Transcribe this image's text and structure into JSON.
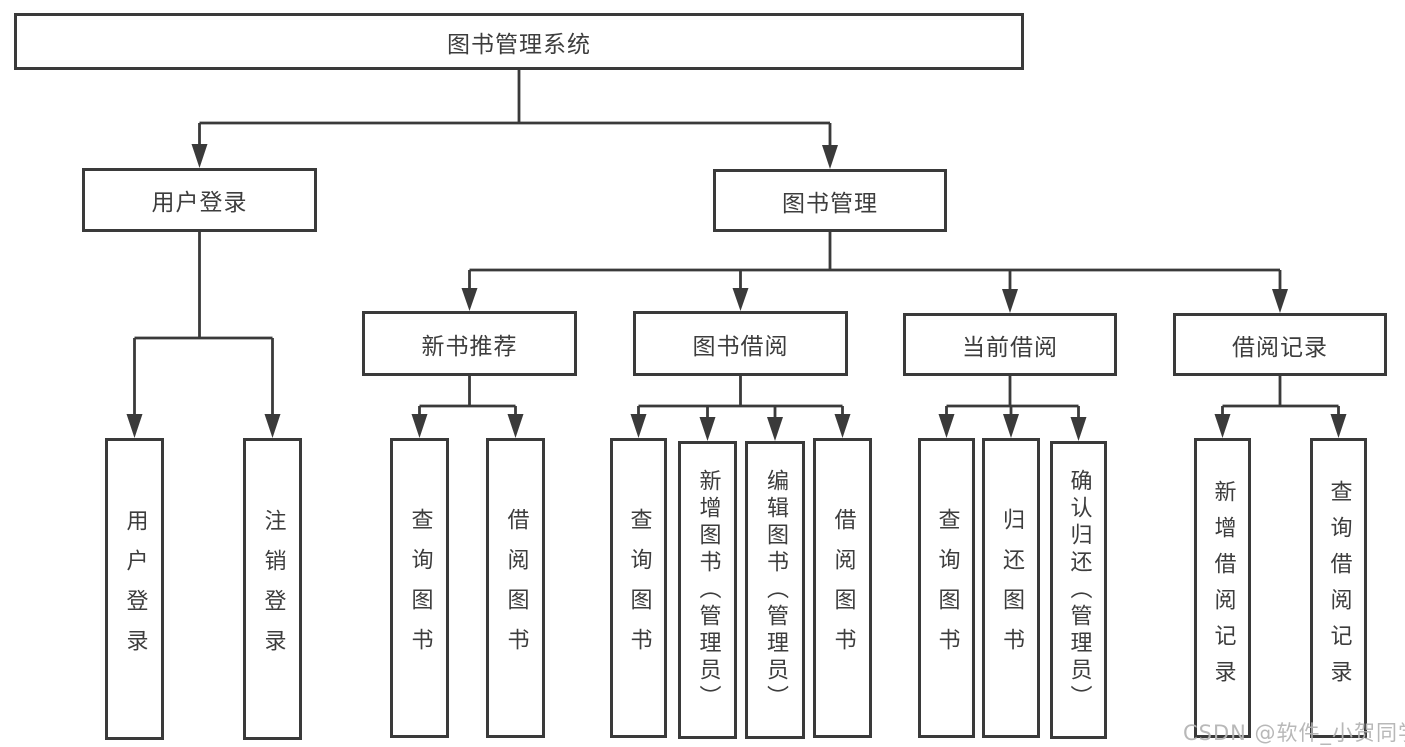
{
  "diagram": {
    "title_node": "图书管理系统",
    "level1": [
      {
        "label": "用户登录"
      },
      {
        "label": "图书管理"
      }
    ],
    "level2": [
      {
        "label": "新书推荐"
      },
      {
        "label": "图书借阅"
      },
      {
        "label": "当前借阅"
      },
      {
        "label": "借阅记录"
      }
    ],
    "leaves": [
      {
        "label": "用户登录",
        "parent": "用户登录"
      },
      {
        "label": "注销登录",
        "parent": "用户登录"
      },
      {
        "label": "查询图书",
        "parent": "新书推荐"
      },
      {
        "label": "借阅图书",
        "parent": "新书推荐"
      },
      {
        "label": "查询图书",
        "parent": "图书借阅"
      },
      {
        "label": "新增图书（管理员）",
        "parent": "图书借阅"
      },
      {
        "label": "编辑图书（管理员）",
        "parent": "图书借阅"
      },
      {
        "label": "借阅图书",
        "parent": "图书借阅"
      },
      {
        "label": "查询图书",
        "parent": "当前借阅"
      },
      {
        "label": "归还图书",
        "parent": "当前借阅"
      },
      {
        "label": "确认归还（管理员）",
        "parent": "当前借阅"
      },
      {
        "label": "新增借阅记录",
        "parent": "借阅记录"
      },
      {
        "label": "查询借阅记录",
        "parent": "借阅记录"
      }
    ]
  },
  "watermark": "CSDN @软件_小贺同学",
  "colors": {
    "line": "#3a3a3a",
    "text": "#3d3d3d",
    "background": "#ffffff",
    "watermark": "#b5b5b5"
  }
}
